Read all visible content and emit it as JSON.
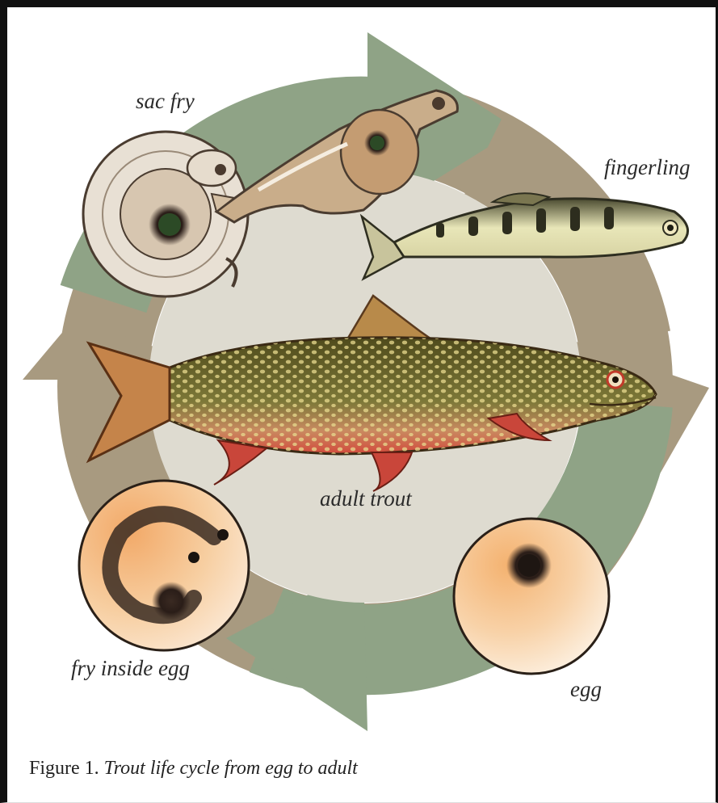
{
  "diagram": {
    "stages": [
      {
        "id": "egg",
        "label": "egg"
      },
      {
        "id": "fry-inside-egg",
        "label": "fry inside egg"
      },
      {
        "id": "sac-fry",
        "label": "sac fry"
      },
      {
        "id": "fingerling",
        "label": "fingerling"
      },
      {
        "id": "adult-trout",
        "label": "adult trout"
      }
    ],
    "colors": {
      "arrow_green": "#8fa386",
      "arrow_tan": "#a89a80",
      "center": "#dedbd0",
      "egg_fill": "#f5c08a",
      "trout_body": "#6f6a2a",
      "trout_belly": "#c9463a"
    }
  },
  "caption": {
    "prefix": "Figure 1.",
    "text": "Trout life cycle from egg to adult"
  }
}
